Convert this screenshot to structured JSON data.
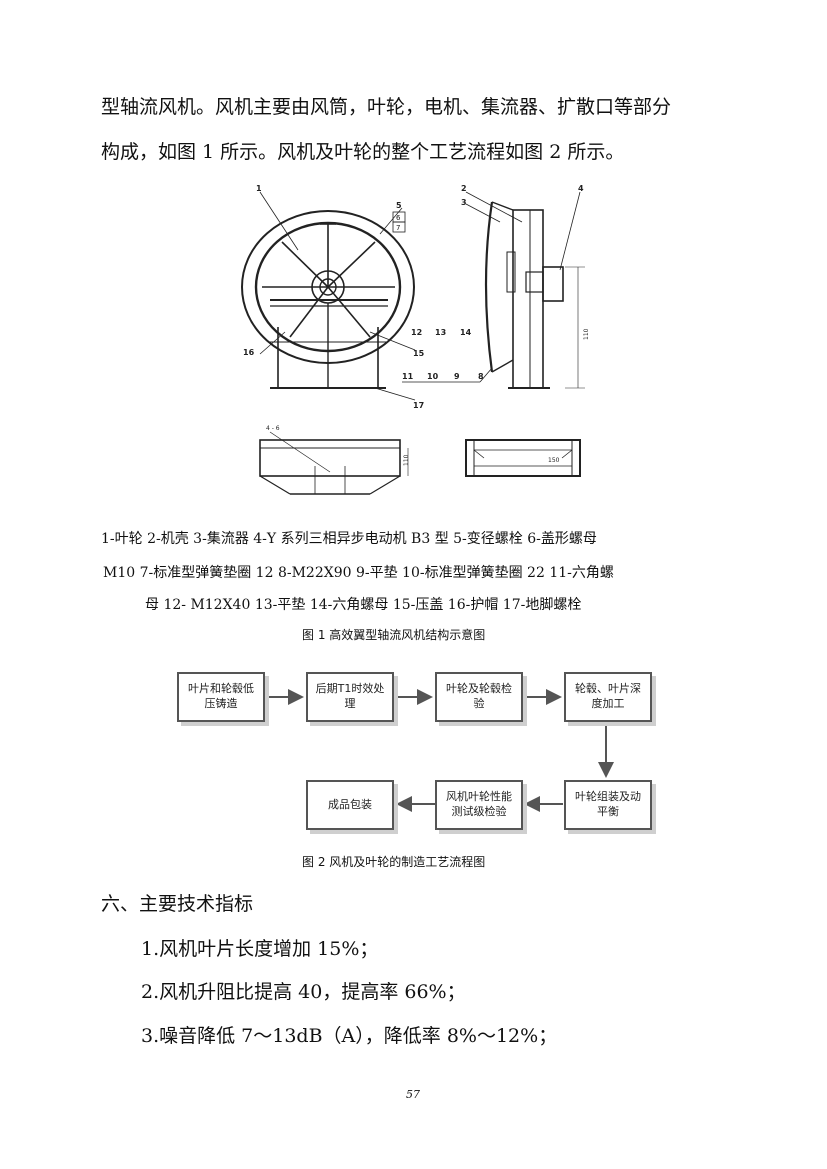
{
  "paragraph": {
    "line1": "型轴流风机。风机主要由风筒，叶轮，电机、集流器、扩散口等部分",
    "line2": "构成，如图 1 所示。风机及叶轮的整个工艺流程如图 2 所示。"
  },
  "figure1": {
    "callouts": {
      "c1": "1",
      "c2": "2",
      "c3": "3",
      "c4": "4",
      "c5": "5",
      "c6": "6",
      "c7": "7",
      "c12": "12",
      "c13": "13",
      "c14": "14",
      "c15": "15",
      "c16": "16",
      "c17": "17",
      "c11": "11",
      "c10": "10",
      "c9": "9",
      "c8": "8"
    },
    "dim_label_top": "4 - 6",
    "dim_label_right": "110",
    "dim_label_base": "150",
    "dim_label_height": "110"
  },
  "legend": {
    "line1": "1-叶轮   2-机壳   3-集流器   4-Y 系列三相异步电动机 B3 型   5-变径螺栓   6-盖形螺母",
    "line2": "M10   7-标准型弹簧垫圈 12   8-M22X90   9-平垫   10-标准型弹簧垫圈 22   11-六角螺",
    "line3": "母   12- M12X40   13-平垫   14-六角螺母   15-压盖   16-护帽   17-地脚螺栓"
  },
  "figure1_caption": "图 1  高效翼型轴流风机结构示意图",
  "flowchart": {
    "box1": "叶片和轮毂低压铸造",
    "box2": "后期T1时效处理",
    "box3": "叶轮及轮毂检验",
    "box4": "轮毂、叶片深度加工",
    "box5": "叶轮组装及动平衡",
    "box6": "风机叶轮性能测试级检验",
    "box7": "成品包装"
  },
  "figure2_caption": "图 2  风机及叶轮的制造工艺流程图",
  "section": {
    "heading": "六、主要技术指标",
    "items": [
      "1.风机叶片长度增加 15%；",
      "2.风机升阻比提高 40，提高率 66%；",
      "3.噪音降低 7～13dB（A），降低率 8%～12%；"
    ]
  },
  "page_number": "57"
}
